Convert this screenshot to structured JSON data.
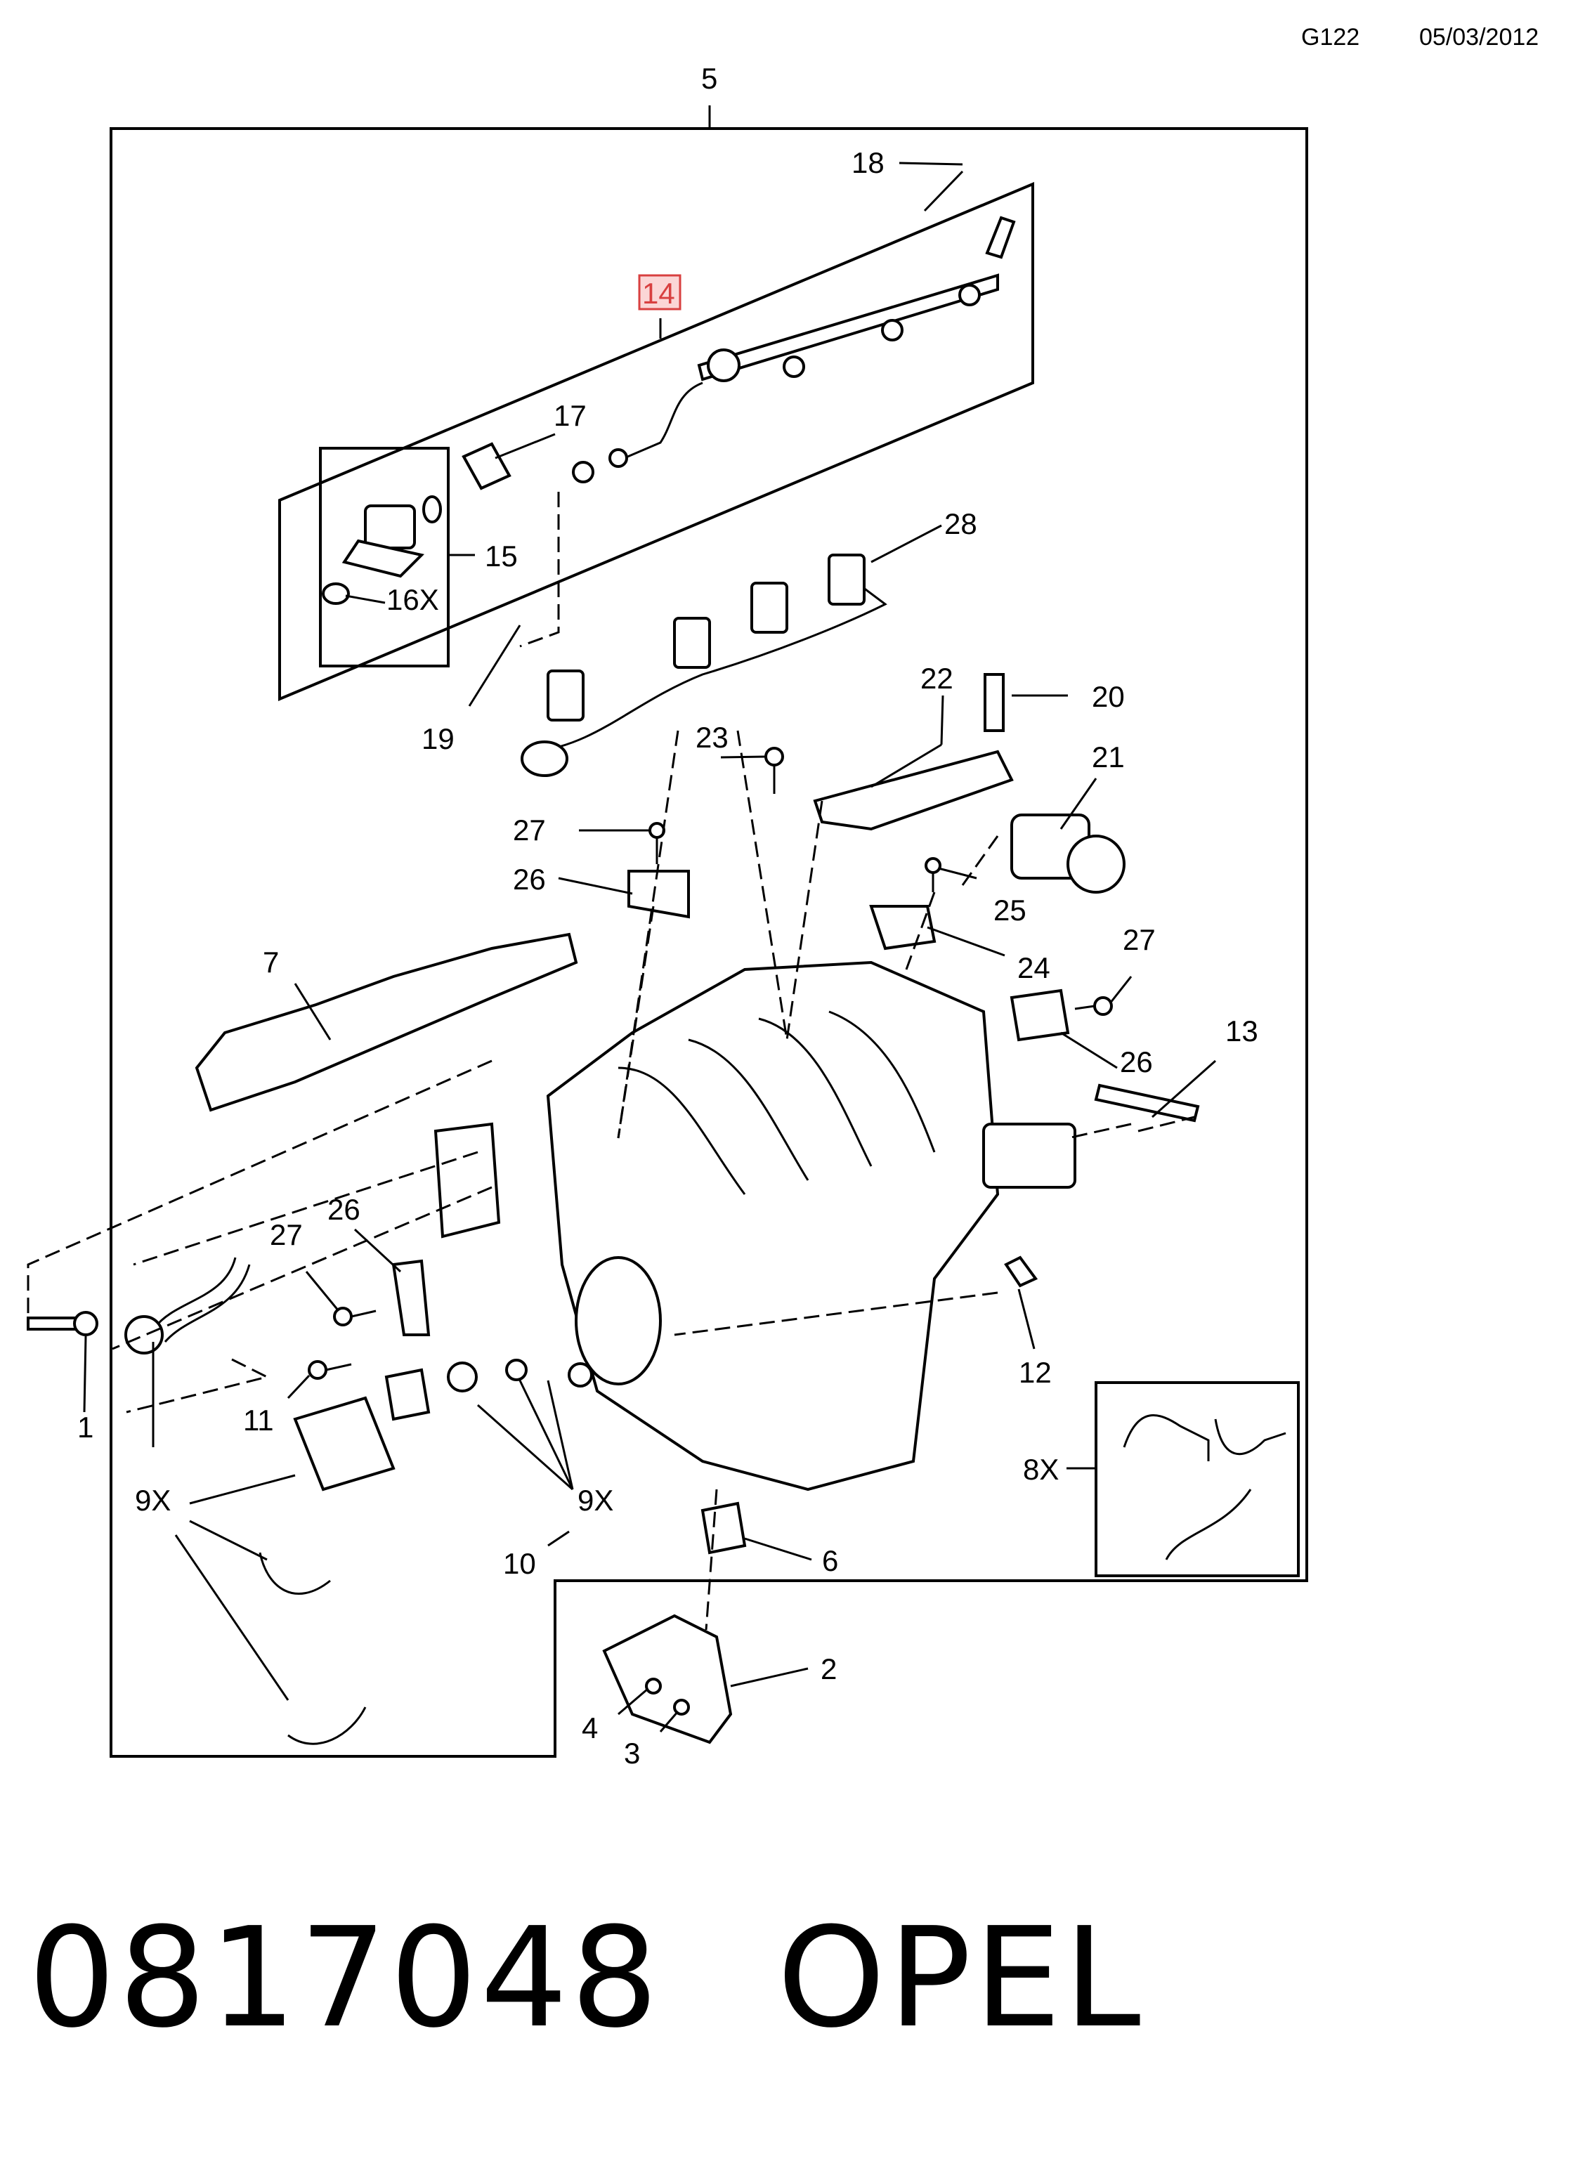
{
  "header": {
    "code": "G122",
    "date": "05/03/2012"
  },
  "callouts": {
    "c5": "5",
    "c18": "18",
    "c14": "14",
    "c17": "17",
    "c15": "15",
    "c16x": "16X",
    "c28": "28",
    "c19": "19",
    "c22": "22",
    "c20": "20",
    "c23": "23",
    "c21": "21",
    "c27a": "27",
    "c26a": "26",
    "c25": "25",
    "c24": "24",
    "c27b": "27",
    "c7": "7",
    "c13": "13",
    "c26b": "26",
    "c26c": "26",
    "c27c": "27",
    "c1": "1",
    "c11": "11",
    "c12": "12",
    "c8x": "8X",
    "c9xa": "9X",
    "c9xb": "9X",
    "c10": "10",
    "c6": "6",
    "c2": "2",
    "c4": "4",
    "c3": "3"
  },
  "highlighted_callout": "14",
  "footer": {
    "part_number": "0817048",
    "brand": "OPEL"
  }
}
